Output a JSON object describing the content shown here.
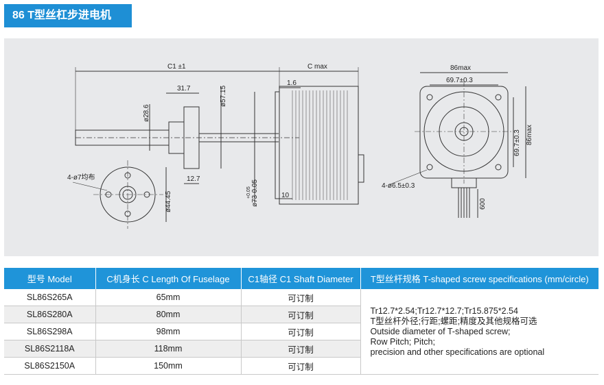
{
  "title": "86 T型丝杠步进电机",
  "drawing": {
    "labels": {
      "c1": "C1 ±1",
      "c_max": "C max",
      "d31_7": "31.7",
      "d1_6": "1.6",
      "d57_15": "ø57.15",
      "d28_6": "ø28.6",
      "d12_7": "12.7",
      "d73": "ø73-0.05",
      "d73_tol": "+0.05",
      "d10": "10",
      "holes_flange": "4-ø7均布",
      "d44_45": "ø44.45",
      "w86": "86max",
      "w69_7": "69.7±0.3",
      "h69_7": "69.7±0.3",
      "h86": "86max",
      "holes_motor": "4-ø6.5±0.3",
      "lead600": "600"
    }
  },
  "table": {
    "headers": [
      "型号 Model",
      "C机身长 C Length Of Fuselage",
      "C1轴径 C1 Shaft Diameter",
      "T型丝杆规格 T-shaped screw specifications (mm/circle)"
    ],
    "rows": [
      {
        "model": "SL86S265A",
        "length": "65mm",
        "shaft": "可订制"
      },
      {
        "model": "SL86S280A",
        "length": "80mm",
        "shaft": "可订制"
      },
      {
        "model": "SL86S298A",
        "length": "98mm",
        "shaft": "可订制"
      },
      {
        "model": "SL86S2118A",
        "length": "118mm",
        "shaft": "可订制"
      },
      {
        "model": "SL86S2150A",
        "length": "150mm",
        "shaft": "可订制"
      }
    ],
    "note": {
      "line1": "Tr12.7*2.54;Tr12.7*12.7;Tr15.875*2.54",
      "line2": "T型丝杆外径;行距;螺距;精度及其他规格可选",
      "line3": "Outside diameter of T-shaped screw;",
      "line4": "Row Pitch; Pitch;",
      "line5": "precision and other specifications are optional"
    }
  }
}
